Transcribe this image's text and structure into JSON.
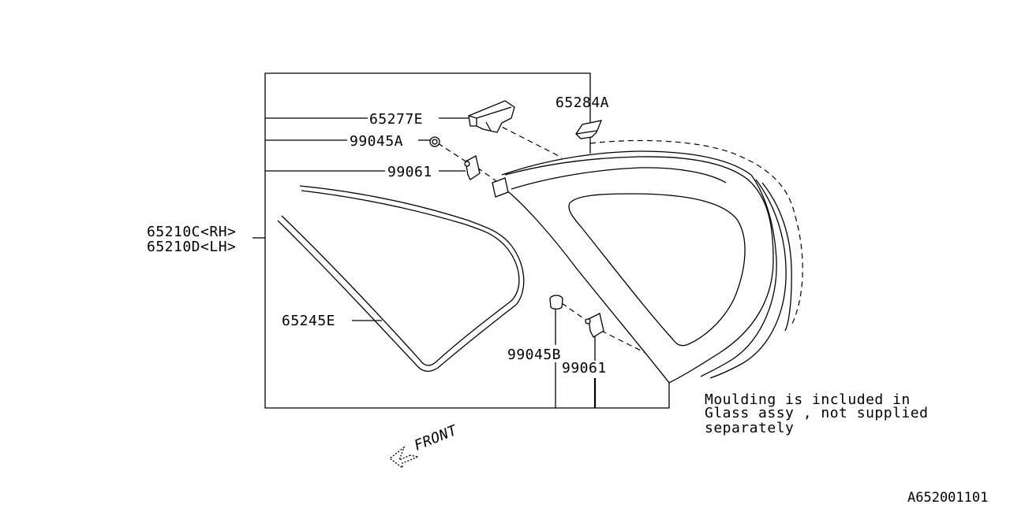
{
  "labels": {
    "p65284a": "65284A",
    "p65277e": "65277E",
    "p99045a": "99045A",
    "p99061_top": "99061",
    "p65210c": "65210C<RH>",
    "p65210d": "65210D<LH>",
    "p65245e": "65245E",
    "p99045b": "99045B",
    "p99061_bottom": "99061"
  },
  "front_arrow": "FRONT",
  "note": {
    "line1": "Moulding is included in",
    "line2": "Glass assy , not supplied",
    "line3": "separately"
  },
  "diagram_code": "A652001101"
}
